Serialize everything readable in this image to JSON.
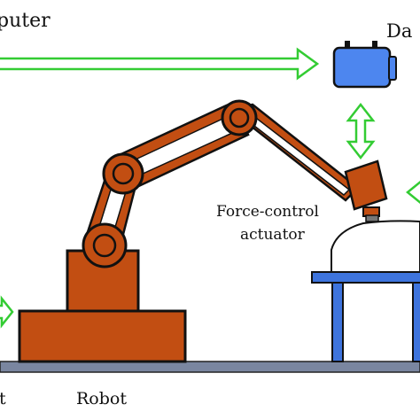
{
  "labels": {
    "computer": "puter",
    "data": "Da",
    "force_control_line1": "Force-control",
    "force_control_line2": "actuator",
    "robot": "Robot",
    "left_bottom": "t"
  },
  "colors": {
    "robot_fill": "#c24e12",
    "robot_stroke": "#111111",
    "arrow_green": "#33cc33",
    "daq_blue": "#4d86ef",
    "table_blue": "#3e74dd",
    "floor_gray": "#7a86a0",
    "workpiece_fill": "#ffffff"
  },
  "icons": {
    "data_device": "daq-device-icon"
  }
}
